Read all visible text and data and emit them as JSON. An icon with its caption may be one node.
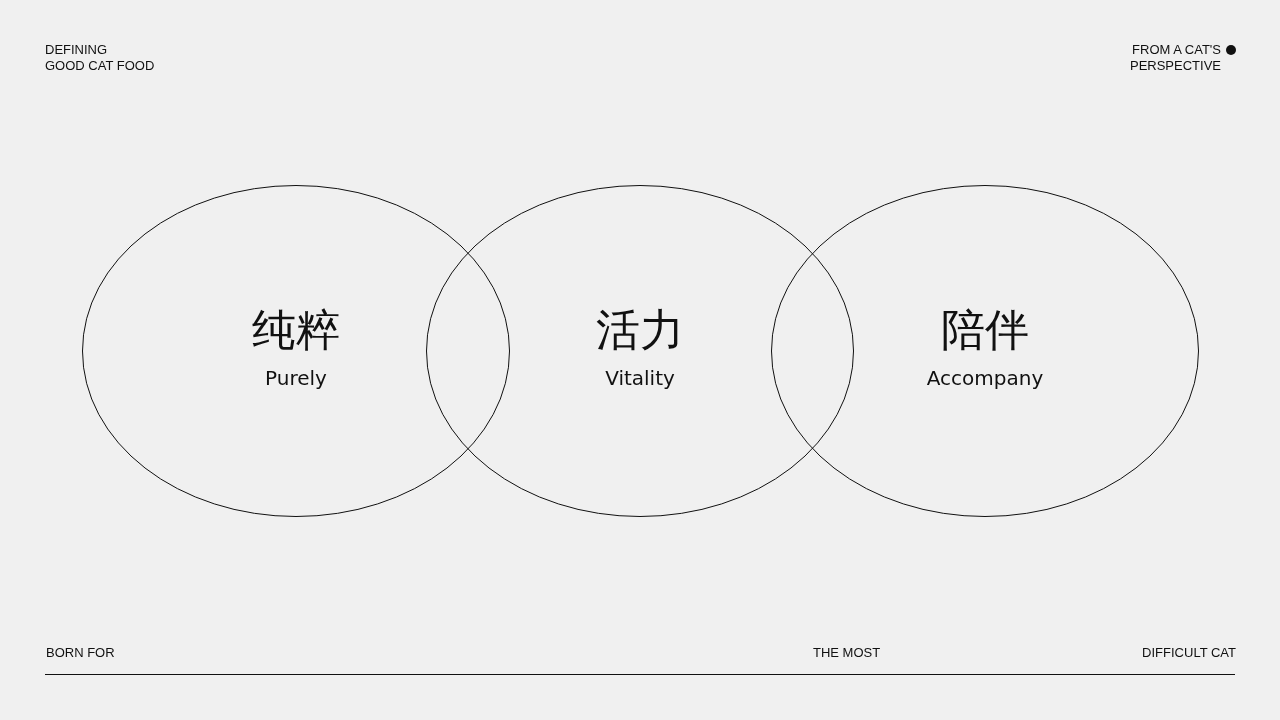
{
  "diagram": {
    "nodes": [
      {
        "text": [
          "纯粹",
          "Purely"
        ]
      },
      {
        "text": [
          "活力",
          "Vitality"
        ]
      },
      {
        "text": [
          "陪伴",
          "Accompany"
        ]
      }
    ],
    "labels": [
      "DEFINING GOOD CAT FOOD",
      "FROM A CAT'S PERSPECTIVE",
      "BORN FOR",
      "THE MOST",
      "DIFFICULT CAT"
    ]
  }
}
